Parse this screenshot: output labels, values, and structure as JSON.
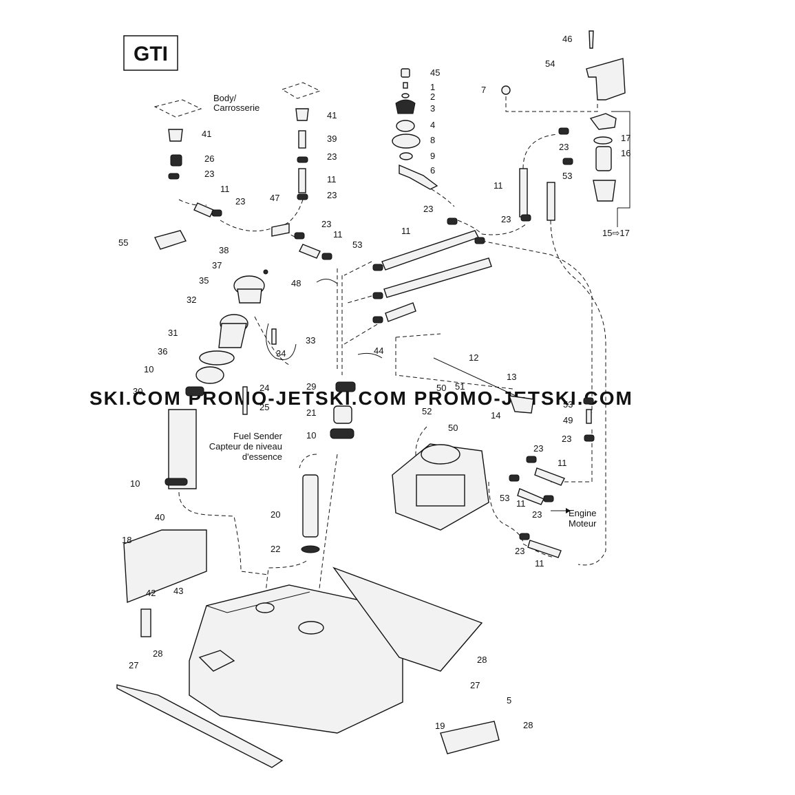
{
  "model": "GTI",
  "watermark": "SKI.COM  PROMO-JETSKI.COM  PROMO-JETSKI.COM",
  "captions": {
    "body": [
      "Body/",
      "Carrosserie"
    ],
    "fuel_sender": [
      "Fuel Sender",
      "Capteur de niveau",
      "d'essence"
    ],
    "engine": [
      "Engine",
      "Moteur"
    ],
    "filter_range": "15⇨17"
  },
  "callouts": [
    {
      "id": "c46",
      "label": "46"
    },
    {
      "id": "c54",
      "label": "54"
    },
    {
      "id": "c45",
      "label": "45"
    },
    {
      "id": "c1",
      "label": "1"
    },
    {
      "id": "c2",
      "label": "2"
    },
    {
      "id": "c3",
      "label": "3"
    },
    {
      "id": "c4",
      "label": "4"
    },
    {
      "id": "c8",
      "label": "8"
    },
    {
      "id": "c9",
      "label": "9"
    },
    {
      "id": "c6",
      "label": "6"
    },
    {
      "id": "c7",
      "label": "7"
    },
    {
      "id": "c17",
      "label": "17"
    },
    {
      "id": "c16",
      "label": "16"
    },
    {
      "id": "c23a",
      "label": "23"
    },
    {
      "id": "c53a",
      "label": "53"
    },
    {
      "id": "c11a",
      "label": "11"
    },
    {
      "id": "c23b",
      "label": "23"
    },
    {
      "id": "c41a",
      "label": "41"
    },
    {
      "id": "c41b",
      "label": "41"
    },
    {
      "id": "c39",
      "label": "39"
    },
    {
      "id": "c26",
      "label": "26"
    },
    {
      "id": "c23c",
      "label": "23"
    },
    {
      "id": "c23d",
      "label": "23"
    },
    {
      "id": "c11b",
      "label": "11"
    },
    {
      "id": "c23e",
      "label": "23"
    },
    {
      "id": "c11c",
      "label": "11"
    },
    {
      "id": "c23f",
      "label": "23"
    },
    {
      "id": "c47",
      "label": "47"
    },
    {
      "id": "c23g",
      "label": "23"
    },
    {
      "id": "c11d",
      "label": "11"
    },
    {
      "id": "c23h",
      "label": "23"
    },
    {
      "id": "c11e",
      "label": "11"
    },
    {
      "id": "c53b",
      "label": "53"
    },
    {
      "id": "c55",
      "label": "55"
    },
    {
      "id": "c38",
      "label": "38"
    },
    {
      "id": "c37",
      "label": "37"
    },
    {
      "id": "c35",
      "label": "35"
    },
    {
      "id": "c48",
      "label": "48"
    },
    {
      "id": "c32",
      "label": "32"
    },
    {
      "id": "c31",
      "label": "31"
    },
    {
      "id": "c33",
      "label": "33"
    },
    {
      "id": "c34",
      "label": "34"
    },
    {
      "id": "c36",
      "label": "36"
    },
    {
      "id": "c44",
      "label": "44"
    },
    {
      "id": "c12",
      "label": "12"
    },
    {
      "id": "c10a",
      "label": "10"
    },
    {
      "id": "c29",
      "label": "29"
    },
    {
      "id": "c13",
      "label": "13"
    },
    {
      "id": "c30",
      "label": "30"
    },
    {
      "id": "c24",
      "label": "24"
    },
    {
      "id": "c25",
      "label": "25"
    },
    {
      "id": "c50a",
      "label": "50"
    },
    {
      "id": "c51",
      "label": "51"
    },
    {
      "id": "c21",
      "label": "21"
    },
    {
      "id": "c52",
      "label": "52"
    },
    {
      "id": "c14",
      "label": "14"
    },
    {
      "id": "c50b",
      "label": "50"
    },
    {
      "id": "c53c",
      "label": "53"
    },
    {
      "id": "c49",
      "label": "49"
    },
    {
      "id": "c10b",
      "label": "10"
    },
    {
      "id": "c23i",
      "label": "23"
    },
    {
      "id": "c23j",
      "label": "23"
    },
    {
      "id": "c11f",
      "label": "11"
    },
    {
      "id": "c10c",
      "label": "10"
    },
    {
      "id": "c53d",
      "label": "53"
    },
    {
      "id": "c11g",
      "label": "11"
    },
    {
      "id": "c23k",
      "label": "23"
    },
    {
      "id": "c20",
      "label": "20"
    },
    {
      "id": "c40",
      "label": "40"
    },
    {
      "id": "c18",
      "label": "18"
    },
    {
      "id": "c22",
      "label": "22"
    },
    {
      "id": "c23l",
      "label": "23"
    },
    {
      "id": "c11h",
      "label": "11"
    },
    {
      "id": "c42",
      "label": "42"
    },
    {
      "id": "c43",
      "label": "43"
    },
    {
      "id": "c28a",
      "label": "28"
    },
    {
      "id": "c28b",
      "label": "28"
    },
    {
      "id": "c27a",
      "label": "27"
    },
    {
      "id": "c27b",
      "label": "27"
    },
    {
      "id": "c19",
      "label": "19"
    },
    {
      "id": "c5",
      "label": "5"
    },
    {
      "id": "c28c",
      "label": "28"
    }
  ]
}
